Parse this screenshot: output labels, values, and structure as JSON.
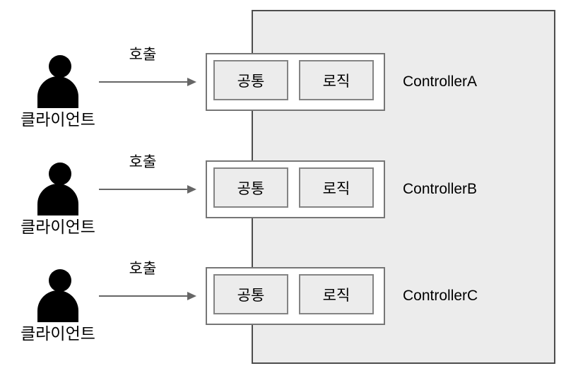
{
  "colors": {
    "container_fill": "#ececec",
    "container_border": "#4d4d4d",
    "controller_fill": "#ffffff",
    "controller_border": "#767676",
    "module_fill": "#ececec",
    "module_border": "#848484",
    "arrow": "#666666",
    "icon": "#000000",
    "text": "#000000"
  },
  "rows": [
    {
      "actor_label": "클라이언트",
      "arrow_label": "호출",
      "controller_label": "ControllerA",
      "modules": [
        "공통",
        "로직"
      ]
    },
    {
      "actor_label": "클라이언트",
      "arrow_label": "호출",
      "controller_label": "ControllerB",
      "modules": [
        "공통",
        "로직"
      ]
    },
    {
      "actor_label": "클라이언트",
      "arrow_label": "호출",
      "controller_label": "ControllerC",
      "modules": [
        "공통",
        "로직"
      ]
    }
  ]
}
